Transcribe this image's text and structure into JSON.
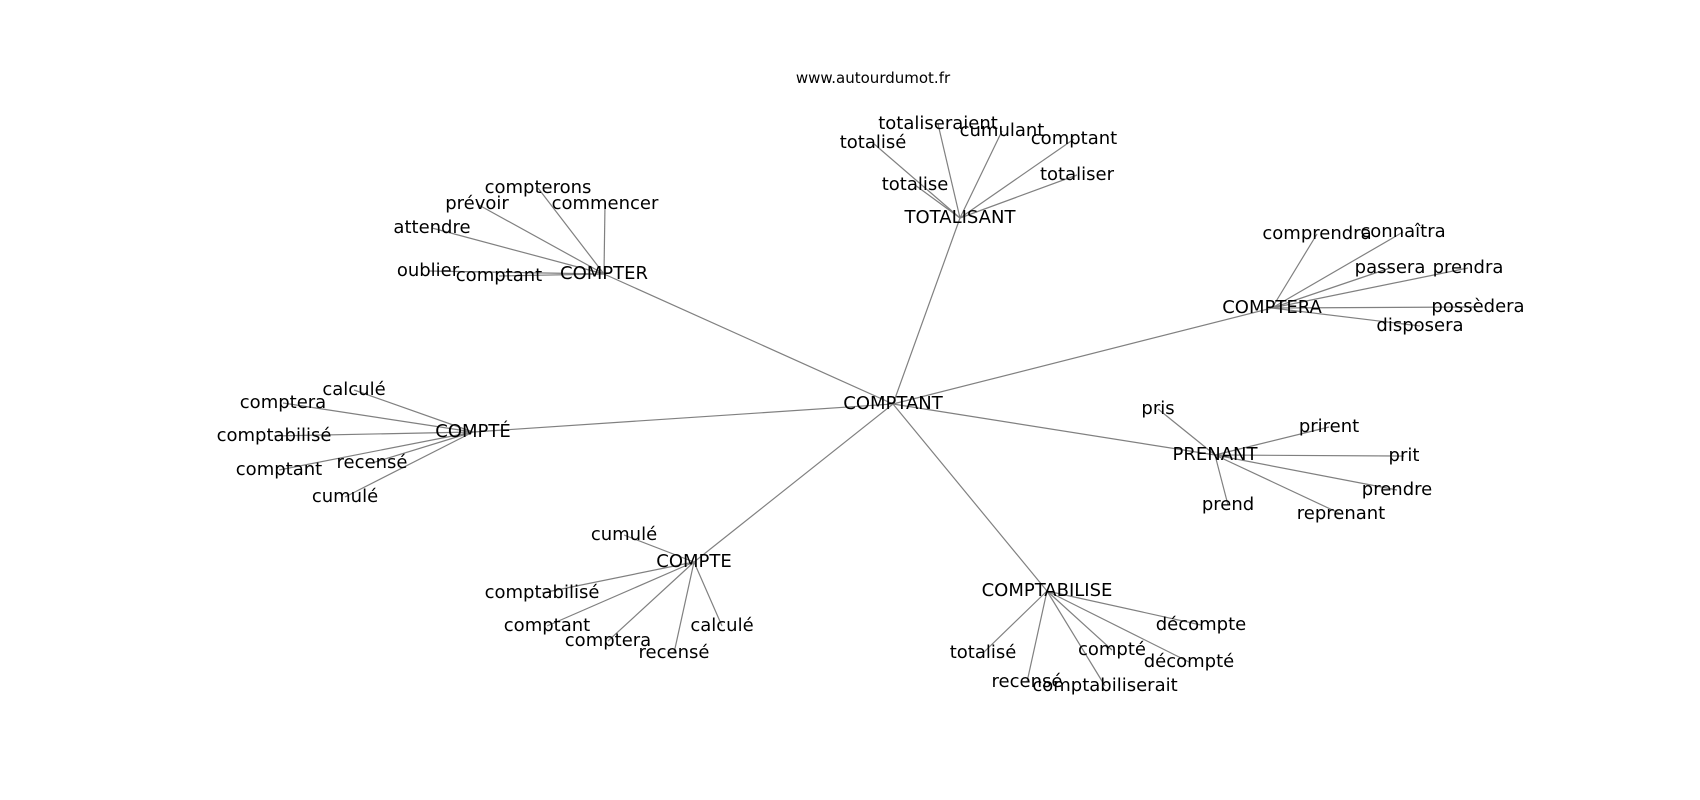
{
  "site": "www.autourdumot.fr",
  "center": "COMPTANT",
  "hubs": [
    {
      "label": "TOTALISANT",
      "leaves": [
        "totaliseraient",
        "totalisé",
        "cumulant",
        "comptant",
        "totalise",
        "totaliser"
      ]
    },
    {
      "label": "COMPTER",
      "leaves": [
        "compterons",
        "prévoir",
        "commencer",
        "attendre",
        "oublier",
        "comptant"
      ]
    },
    {
      "label": "COMPTERA",
      "leaves": [
        "comprendra",
        "connaîtra",
        "passera",
        "prendra",
        "possèdera",
        "disposera"
      ]
    },
    {
      "label": "COMPTÉ",
      "leaves": [
        "calculé",
        "comptera",
        "comptabilisé",
        "comptant",
        "recensé",
        "cumulé"
      ]
    },
    {
      "label": "PRENANT",
      "leaves": [
        "pris",
        "prirent",
        "prit",
        "prendre",
        "prend",
        "reprenant"
      ]
    },
    {
      "label": "COMPTE",
      "leaves": [
        "cumulé",
        "comptabilisé",
        "comptant",
        "comptera",
        "recensé",
        "calculé"
      ]
    },
    {
      "label": "COMPTABILISE",
      "leaves": [
        "décompte",
        "totalisé",
        "compté",
        "décompté",
        "recensé",
        "comptabiliserait"
      ]
    }
  ]
}
